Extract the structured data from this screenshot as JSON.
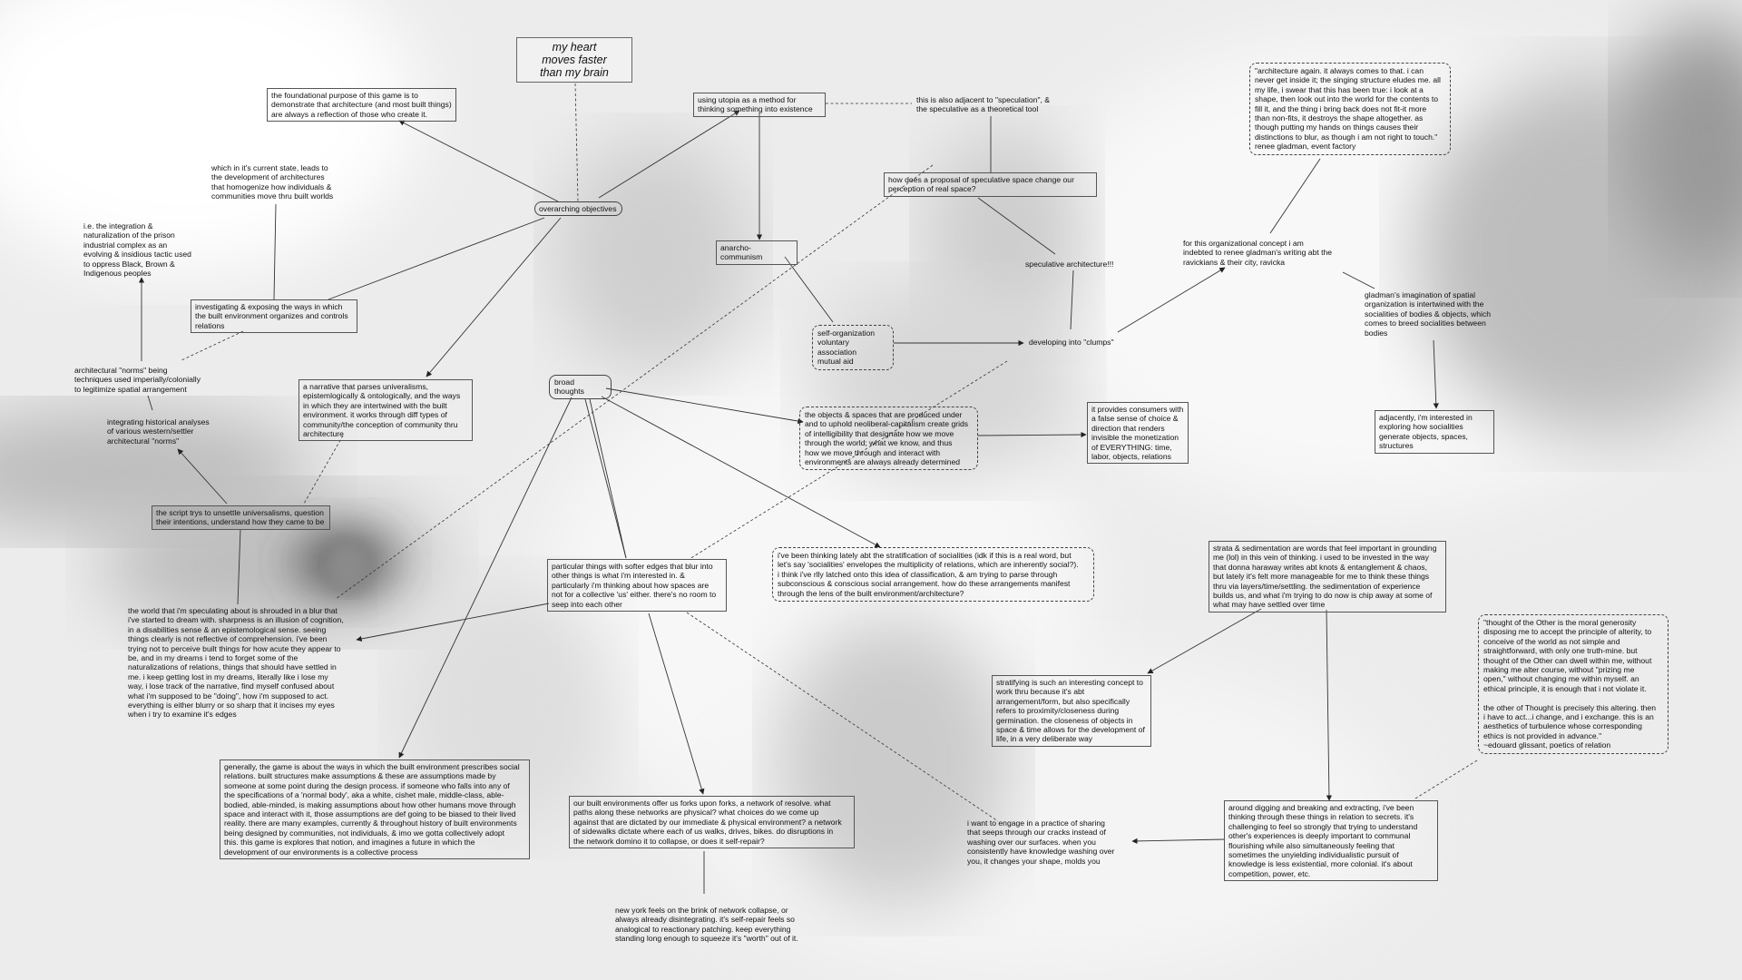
{
  "nodes": {
    "heart": "my heart\nmoves faster\nthan my brain",
    "foundational": "the foundational purpose of this game is to\ndemonstrate that architecture (and most built things)\nare always a reflection of those who create it.",
    "homogenize": "which in it's current state, leads to\nthe development of architectures\nthat homogenize how individuals &\ncommunities move thru built worlds",
    "prison": "i.e. the integration &\nnaturalization of the prison\nindustrial complex as an\nevolving & insidious tactic used\nto oppress Black, Brown &\nIndigenous peoples",
    "investigating": "investigating & exposing the ways in which\nthe built environment organizes and controls\nrelations",
    "norms": "architectural \"norms\" being\ntechniques used imperially/colonially\nto legitimize spatial arrangement",
    "historical": "integrating historical analyses\nof various western/settler\narchitectural \"norms\"",
    "script": "the script trys to unsettle universalisms, question\ntheir intentions, understand how they came to be",
    "blur_world": "the world that i'm speculating about is shrouded in a blur that\ni've started to dream with. sharpness is an illusion of cognition,\nin a disabilities sense & an epistemological sense. seeing\nthings clearly is not reflective of comprehension. i've been\ntrying not to perceive built things for how acute they appear to\nbe, and in my dreams i tend to forget some of the\nnaturalizations of relations, things that should have settled in\nme. i keep getting lost in my dreams, literally like i lose my\nway, i lose track of the narrative, find myself confused about\nwhat i'm supposed to be \"doing\", how i'm supposed to act.\neverything is either blurry or so sharp that it incises my eyes\nwhen i try to examine it's edges",
    "overarching": "overarching objectives",
    "narrative": "a narrative that parses univeralisms,\nepistemlogically & ontologically, and the ways\nin which they are intertwined with the built\nenvironment. it works through diff types of\ncommunity/the conception of community thru\narchitecture",
    "broad": "broad thoughts",
    "game_about": "generally, the game is about the ways in which the built environment prescribes social\nrelations. built structures make assumptions & these are assumptions made by\nsomeone at some point during the design process. if someone who falls into any of\nthe specifications of a 'normal body', aka a white, cishet male, middle-class, able-\nbodied, able-minded, is making assumptions about how other humans move through\nspace and interact with it, those assumptions are def going to be biased to their lived\nreality. there are many examples, currently & throughout history of built environments\nbeing designed by communities, not individuals, & imo we gotta collectively adopt\nthis. this game is explores that notion, and imagines a future in which the\ndevelopment of our environments is a collective process",
    "utopia": "using utopia as a method for\nthinking something into existence",
    "speculation": "this is also adjacent to \"speculation\", &\nthe speculative as a theoretical tool",
    "proposal": "how does a proposal of speculative space change our\nperception of real space?",
    "anarcho": "anarcho-communism",
    "selforg": "self-organization\nvoluntary association\nmutual aid",
    "speculative": "speculative architecture!!!",
    "clumps": "developing into \"clumps\"",
    "objects": "the objects & spaces that are produced under\nand to uphold neoliberal-capitalism create grids\nof intelligibility that designate how we move\nthrough the world; what we know, and thus\nhow we move through and interact with\nenvironments are always already determined",
    "consumers": "it provides consumers with\na false sense of choice &\ndirection that renders\ninvisible the monetization\nof EVERYTHING: time,\nlabor, objects, relations",
    "softer": "particular things with softer edges that blur into\nother things is what i'm interested in. &\nparticularly i'm thinking about how spaces are\nnot for a collective 'us' either. there's no room to\nseep into each other",
    "stratification": "i've been thinking lately abt the stratification of socialities (idk if this is a real word, but\nlet's say 'socialities' envelopes the multiplicity of relations, which are inherently social?).\ni think i've rlly latched onto this idea of classification, & am trying to parse through\nsubconscious & conscious social arrangement. how do these arrangements manifest\nthrough the lens of the built environment/architecture?",
    "forks": "our built environments offer us forks upon forks, a network of resolve. what\npaths along these networks are physical? what choices do we come up\nagainst that are dictated by our immediate & physical environment? a network\nof sidewalks dictate where each of us walks, drives, bikes. do disruptions in\nthe network domino it to collapse, or does it self-repair?",
    "newyork": "new york feels on the brink of network collapse, or\nalways already disintegrating. it's self-repair feels so\nanalogical to reactionary patching. keep everything\nstanding long enough to squeeze it's \"worth\" out of it.",
    "gladman_quote": "\"architecture again. it always comes to that. i can\nnever get inside it; the singing structure eludes me. all\nmy life, i swear that this has been true: i look at a\nshape, then look out into the world for the contents to\nfill it, and the thing i bring back does not fit-it more\nthan non-fits, it destroys the shape altogether. as\nthough putting my hands on things causes their\ndistinctions to blur, as though i am not right to touch.\"\nrenee gladman, event factory",
    "indebted": "for this organizational concept i am\nindebted to renee gladman's writing abt the\nravickians & their city, ravicka",
    "gladman_imag": "gladman's imagination of spatial\norganization is intertwined with the\nsocialities of bodies & objects, which\ncomes to breed socialities between\nbodies",
    "adjacently": "adjacently, i'm interested in\nexploring how socialities\ngenerate objects, spaces,\nstructures",
    "strata": "strata & sedimentation are words that feel important in grounding\nme (lol) in this vein of thinking. i used to be invested in the way\nthat donna haraway writes abt knots & entanglement & chaos,\nbut lately it's felt more manageable for me to think these things\nthru via layers/time/settling. the sedimentation of experience\nbuilds us, and what i'm trying to do now is chip away at some of\nwhat may have settled over time",
    "stratifying": "stratifying is such an interesting concept to\nwork thru because it's abt\narrangement/form, but also specifically\nrefers to proximity/closeness during\ngermination. the closeness of objects in\nspace & time allows for the development of\nlife, in a very deliberate way",
    "glissant": "\"thought of the Other is the moral generosity\ndisposing me to accept the principle of alterity, to\nconceive of the world as not simple and\nstraightforward, with only one truth-mine. but\nthought of the Other can dwell within me, without\nmaking me alter course, without \"prizing me\nopen,\" without changing me within myself. an\nethical principle, it is enough that i not violate it.\n\nthe other of Thought is precisely this altering. then\ni have to act...i change, and i exchange. this is an\naesthetics of turbulence whose corresponding\nethics is not provided in advance.\"\n~edouard glissant, poetics of relation",
    "digging": "around digging and breaking and extracting, i've been\nthinking through these things in relation to secrets. it's\nchallenging to feel so strongly that trying to understand\nother's experiences is deeply important to communal\nflourishing while also simultaneously feeling that\nsometimes the unyielding individualistic pursuit of\nknowledge is less existential, more colonial. it's about\ncompetition, power, etc.",
    "sharing": "i want to engage in a practice of sharing\nthat seeps through our cracks instead of\nwashing over our surfaces. when you\nconsistently have knowledge washing over\nyou, it changes your shape, molds you"
  }
}
